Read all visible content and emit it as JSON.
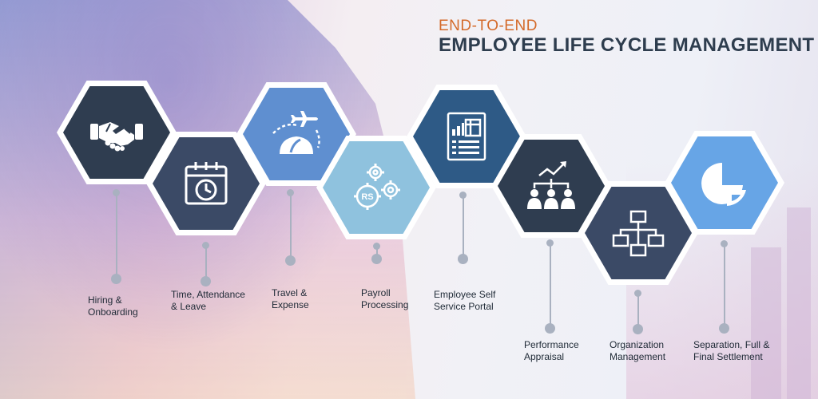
{
  "heading": {
    "top": "END-TO-END",
    "main": "EMPLOYEE LIFE CYCLE MANAGEMENT"
  },
  "colors": {
    "dark": "#2f3d50",
    "navy": "#3b4a66",
    "medium_blue": "#5f8fd0",
    "light_blue": "#8fc2de",
    "deep_blue": "#2e5a86",
    "bright_blue": "#67a5e6",
    "hex_border": "#ffffff",
    "connector": "#a9b1c0",
    "heading_accent": "#d46a2a",
    "heading_main": "#2e3d4e"
  },
  "stages": [
    {
      "label": "Hiring &\nOnboarding",
      "icon": "handshake-icon"
    },
    {
      "label": "Time, Attendance\n& Leave",
      "icon": "calendar-clock-icon"
    },
    {
      "label": "Travel &\nExpense",
      "icon": "airplane-icon"
    },
    {
      "label": "Payroll\nProcessing",
      "icon": "gears-icon",
      "icon_text": "RS"
    },
    {
      "label": "Employee Self\nService Portal",
      "icon": "document-icon"
    },
    {
      "label": "Performance\nAppraisal",
      "icon": "team-growth-icon"
    },
    {
      "label": "Organization\nManagement",
      "icon": "org-chart-icon"
    },
    {
      "label": "Separation, Full &\nFinal Settlement",
      "icon": "pie-chart-icon"
    }
  ]
}
